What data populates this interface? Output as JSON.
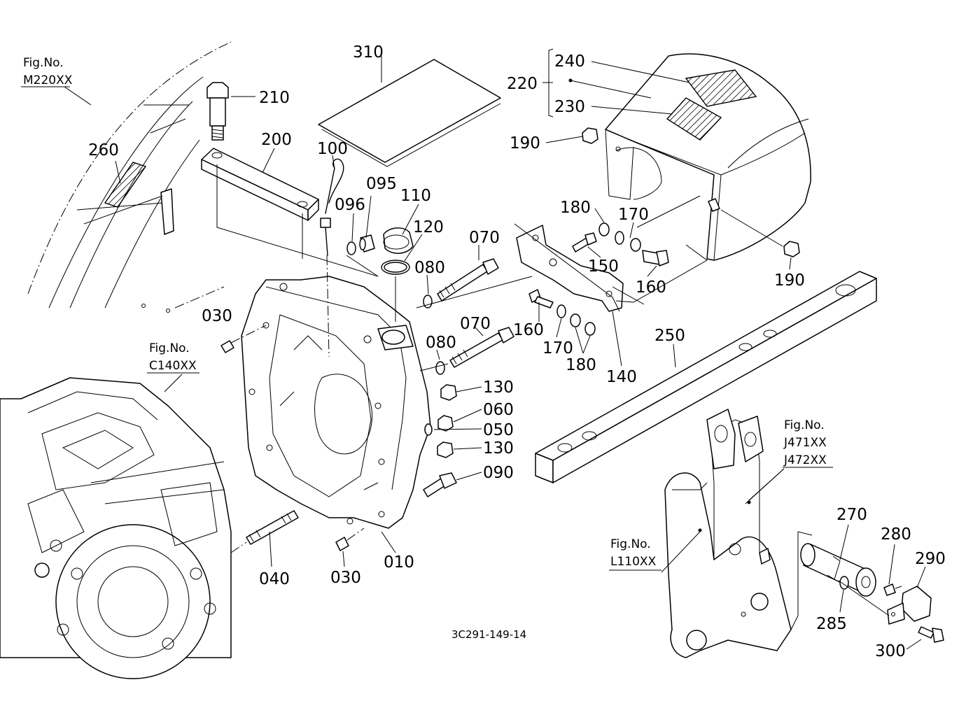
{
  "figure_refs": [
    {
      "prefix": "Fig.No.",
      "code": "M220XX"
    },
    {
      "prefix": "Fig.No.",
      "code": "C140XX"
    },
    {
      "prefix": "Fig.No.",
      "code": "J471XX",
      "code2": "J472XX"
    },
    {
      "prefix": "Fig.No.",
      "code": "L110XX"
    }
  ],
  "parts": {
    "p010": "010",
    "p030a": "030",
    "p030b": "030",
    "p040": "040",
    "p050": "050",
    "p060": "060",
    "p070a": "070",
    "p070b": "070",
    "p080a": "080",
    "p080b": "080",
    "p090": "090",
    "p095": "095",
    "p096": "096",
    "p100": "100",
    "p110": "110",
    "p120": "120",
    "p130a": "130",
    "p130b": "130",
    "p140": "140",
    "p150": "150",
    "p160a": "160",
    "p160b": "160",
    "p170a": "170",
    "p170b": "170",
    "p180a": "180",
    "p180b": "180",
    "p190a": "190",
    "p190b": "190",
    "p200": "200",
    "p210": "210",
    "p220": "220",
    "p230": "230",
    "p240": "240",
    "p250": "250",
    "p260": "260",
    "p270": "270",
    "p280": "280",
    "p285": "285",
    "p290": "290",
    "p300": "300",
    "p310": "310"
  },
  "drawing_code": "3C291-149-14"
}
